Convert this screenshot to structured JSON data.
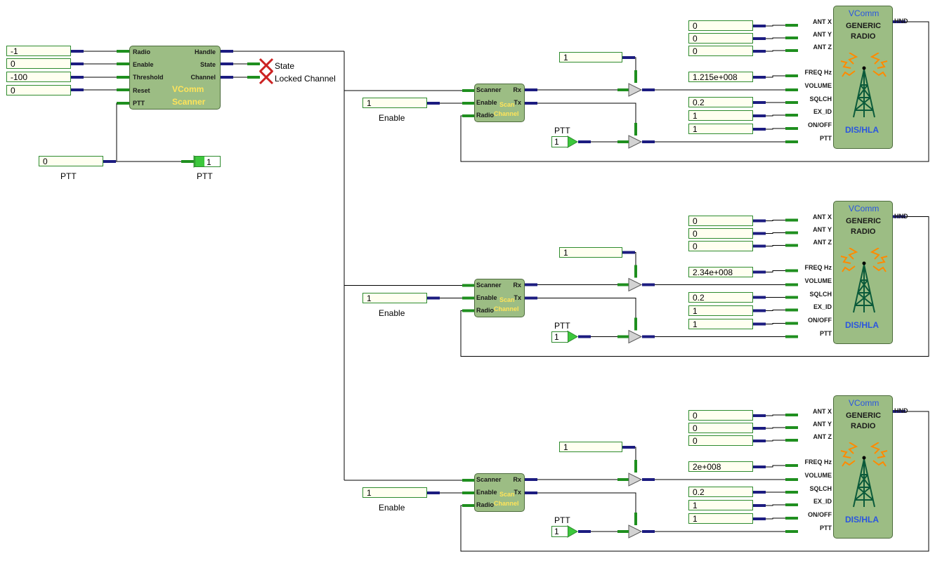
{
  "scanner": {
    "inputs": [
      "-1",
      "0",
      "-100",
      "0"
    ],
    "ports_in": [
      "Radio",
      "Enable",
      "Threshold",
      "Reset",
      "PTT"
    ],
    "ports_out": [
      "Handle",
      "State",
      "Channel"
    ],
    "title_line1": "VComm",
    "title_line2": "Scanner",
    "outputs": [
      "State",
      "Locked Channel"
    ]
  },
  "ptt_main": {
    "value": "0",
    "label": "PTT",
    "display_value": "1",
    "display_label": "PTT"
  },
  "channels": [
    {
      "enable_value": "1",
      "enable_label": "Enable",
      "gain_value": "1",
      "ptt_label": "PTT",
      "ptt_value": "1",
      "scan_ports_in": [
        "Scanner",
        "Enable",
        "Radio"
      ],
      "scan_ports_out": [
        "Rx",
        "Tx"
      ],
      "scan_title_line1": "Scan",
      "scan_title_line2": "Channel",
      "radio_inputs": [
        "0",
        "0",
        "0",
        "1.215e+008",
        "0.2",
        "1",
        "1"
      ],
      "radio_ports": [
        "ANT X",
        "ANT Y",
        "ANT Z",
        "FREQ Hz",
        "VOLUME",
        "SQLCH",
        "EX_ID",
        "ON/OFF",
        "PTT"
      ],
      "radio_out": "HND",
      "radio_title": [
        "VComm",
        "GENERIC",
        "RADIO",
        "DIS/HLA"
      ]
    },
    {
      "enable_value": "1",
      "enable_label": "Enable",
      "gain_value": "1",
      "ptt_label": "PTT",
      "ptt_value": "1",
      "scan_ports_in": [
        "Scanner",
        "Enable",
        "Radio"
      ],
      "scan_ports_out": [
        "Rx",
        "Tx"
      ],
      "scan_title_line1": "Scan",
      "scan_title_line2": "Channel",
      "radio_inputs": [
        "0",
        "0",
        "0",
        "2.34e+008",
        "0.2",
        "1",
        "1"
      ],
      "radio_ports": [
        "ANT X",
        "ANT Y",
        "ANT Z",
        "FREQ Hz",
        "VOLUME",
        "SQLCH",
        "EX_ID",
        "ON/OFF",
        "PTT"
      ],
      "radio_out": "HND",
      "radio_title": [
        "VComm",
        "GENERIC",
        "RADIO",
        "DIS/HLA"
      ]
    },
    {
      "enable_value": "1",
      "enable_label": "Enable",
      "gain_value": "1",
      "ptt_label": "PTT",
      "ptt_value": "1",
      "scan_ports_in": [
        "Scanner",
        "Enable",
        "Radio"
      ],
      "scan_ports_out": [
        "Rx",
        "Tx"
      ],
      "scan_title_line1": "Scan",
      "scan_title_line2": "Channel",
      "radio_inputs": [
        "0",
        "0",
        "0",
        "2e+008",
        "0.2",
        "1",
        "1"
      ],
      "radio_ports": [
        "ANT X",
        "ANT Y",
        "ANT Z",
        "FREQ Hz",
        "VOLUME",
        "SQLCH",
        "EX_ID",
        "ON/OFF",
        "PTT"
      ],
      "radio_out": "HND",
      "radio_title": [
        "VComm",
        "GENERIC",
        "RADIO",
        "DIS/HLA"
      ]
    }
  ],
  "colors": {
    "wire": "#000000",
    "port_navy": "#1c1c80",
    "port_green": "#1f8f1f",
    "block": "#9cbd84",
    "yellow_title": "#ffe45a",
    "blue_title": "#2a55e0",
    "red_x": "#cc2222"
  },
  "icons": [
    "radio-tower-icon",
    "x-mark-icon",
    "triangle-gain-icon"
  ]
}
